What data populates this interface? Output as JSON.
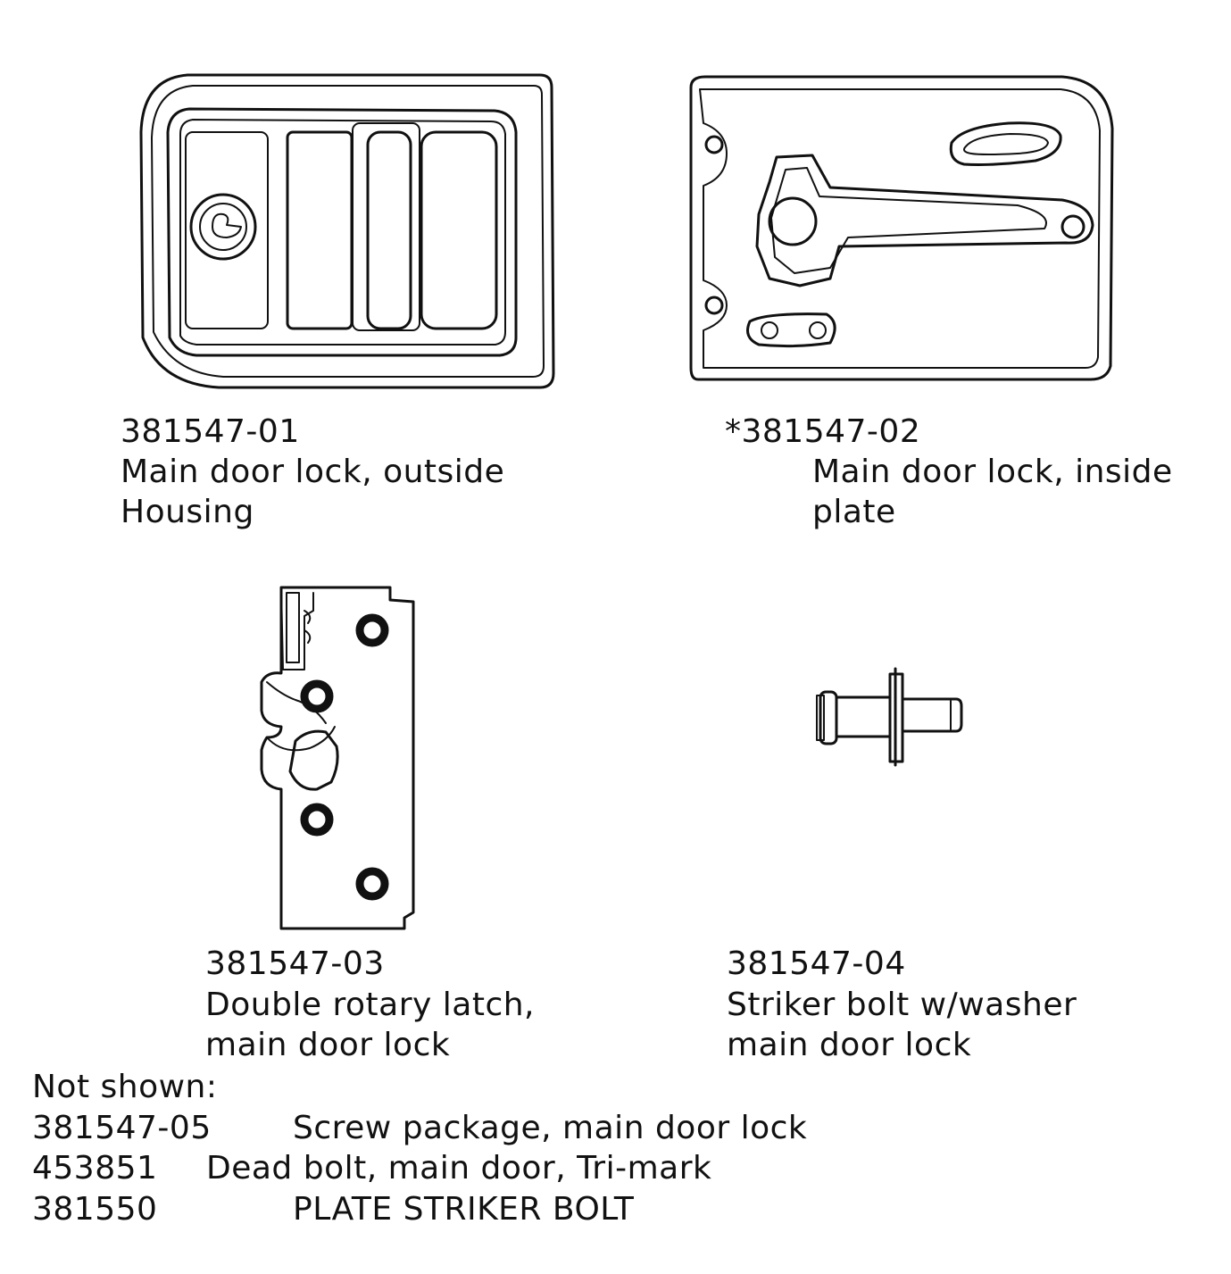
{
  "parts": [
    {
      "number": "381547-01",
      "line1": "Main door lock, outside",
      "line2": "Housing",
      "icon": "outside-housing-drawing"
    },
    {
      "number": "*381547-02",
      "line1": "Main door lock, inside",
      "line2": "plate",
      "icon": "inside-plate-drawing"
    },
    {
      "number": "381547-03",
      "line1": "Double rotary latch,",
      "line2": "main door lock",
      "icon": "rotary-latch-drawing"
    },
    {
      "number": "381547-04",
      "line1": "Striker bolt w/washer",
      "line2": "main door lock",
      "icon": "striker-bolt-drawing"
    }
  ],
  "not_shown": {
    "heading": "Not shown:",
    "items": [
      {
        "number": "381547-05",
        "description": "Screw package, main door lock"
      },
      {
        "number": "453851",
        "description": "Dead bolt, main door, Tri-mark"
      },
      {
        "number": "381550",
        "description": "PLATE STRIKER BOLT"
      }
    ]
  }
}
